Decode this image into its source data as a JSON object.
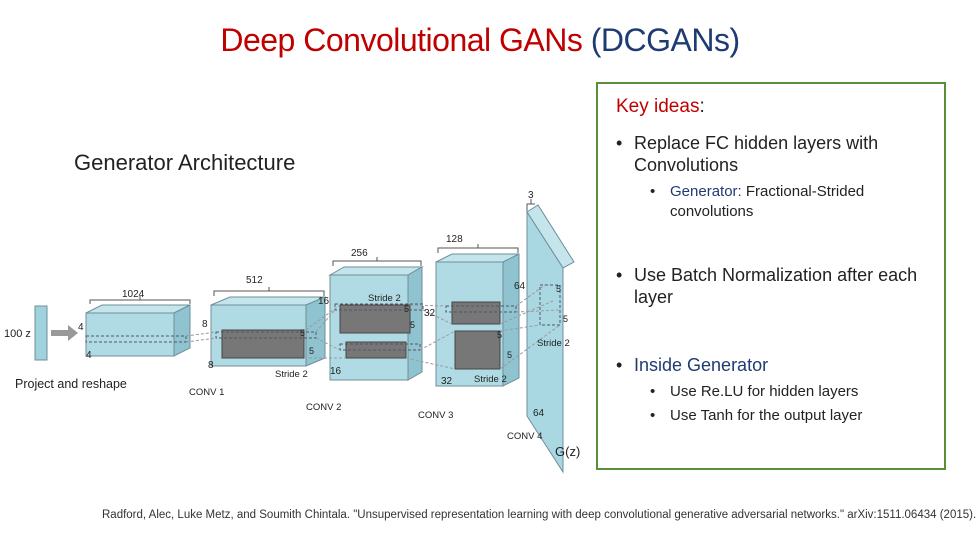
{
  "title": {
    "main": "Deep Convolutional GANs",
    "paren": "(DCGANs)"
  },
  "subtitle": "Generator Architecture",
  "key_ideas": {
    "heading": "Key ideas",
    "items": [
      {
        "text": "Replace FC hidden layers with Convolutions",
        "sub": [
          {
            "prefix": "Generator:",
            "text": "Fractional-Strided convolutions"
          }
        ]
      },
      {
        "text": "Use Batch Normalization after each layer",
        "sub": []
      },
      {
        "text": "Inside Generator",
        "sub": [
          {
            "text": "Use Re.LU for hidden layers"
          },
          {
            "text": "Use Tanh for the output layer"
          }
        ]
      }
    ]
  },
  "diagram": {
    "input_label": "100 z",
    "project_label": "Project and reshape",
    "output_label": "G(z)",
    "widths": {
      "w1024": "1024",
      "w512": "512",
      "w256": "256",
      "w128": "128",
      "w3": "3"
    },
    "sizes": {
      "s4a": "4",
      "s4b": "4",
      "s8a": "8",
      "s8b": "8",
      "s16a": "16",
      "s16b": "16",
      "s32a": "32",
      "s32b": "32",
      "s64a": "64",
      "s64b": "64",
      "k5a": "5",
      "k5b": "5",
      "k5c": "5",
      "k5d": "5",
      "k5e": "5",
      "k5f": "5",
      "k5g": "5",
      "k5h": "5"
    },
    "layers": {
      "conv1": "CONV 1",
      "conv2": "CONV 2",
      "conv3": "CONV 3",
      "conv4": "CONV 4"
    },
    "strides": {
      "st1": "Stride 2",
      "st2": "Stride 2",
      "st3": "Stride 2",
      "st4": "Stride 2"
    }
  },
  "citation": "Radford, Alec, Luke Metz, and Soumith Chintala. \"Unsupervised representation learning with deep convolutional generative adversarial networks.\" arXiv:1511.06434 (2015)."
}
